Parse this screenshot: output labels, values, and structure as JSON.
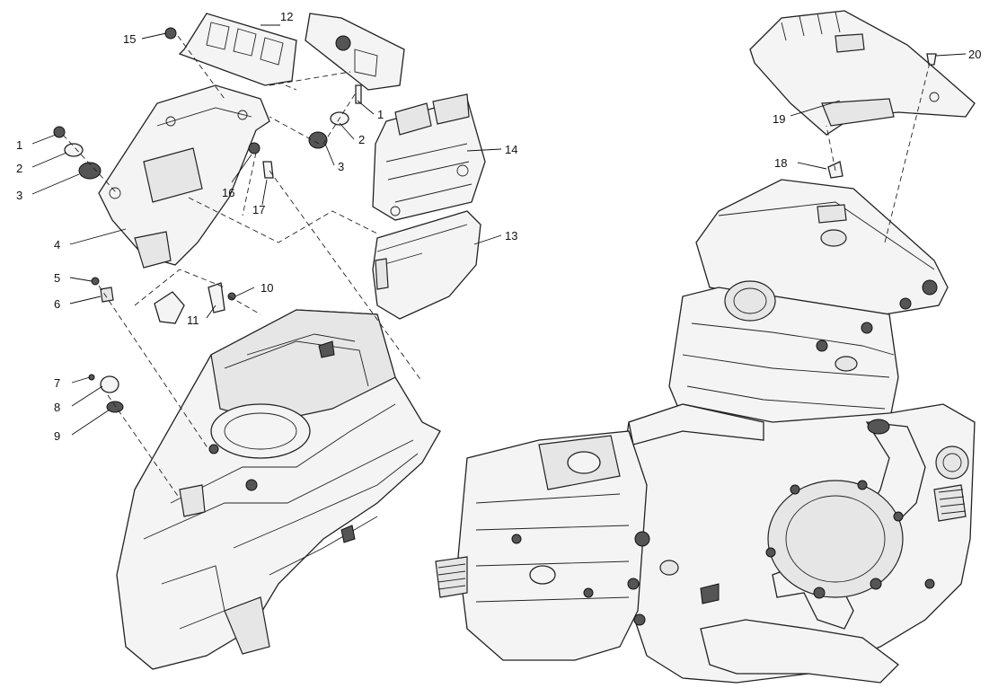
{
  "callouts": [
    {
      "id": "c1a",
      "text": "1"
    },
    {
      "id": "c2a",
      "text": "2"
    },
    {
      "id": "c3a",
      "text": "3"
    },
    {
      "id": "c4",
      "text": "4"
    },
    {
      "id": "c5",
      "text": "5"
    },
    {
      "id": "c6",
      "text": "6"
    },
    {
      "id": "c7",
      "text": "7"
    },
    {
      "id": "c8",
      "text": "8"
    },
    {
      "id": "c9",
      "text": "9"
    },
    {
      "id": "c10",
      "text": "10"
    },
    {
      "id": "c11",
      "text": "11"
    },
    {
      "id": "c12",
      "text": "12"
    },
    {
      "id": "c13",
      "text": "13"
    },
    {
      "id": "c14",
      "text": "14"
    },
    {
      "id": "c15",
      "text": "15"
    },
    {
      "id": "c16",
      "text": "16"
    },
    {
      "id": "c17",
      "text": "17"
    },
    {
      "id": "c1b",
      "text": "1"
    },
    {
      "id": "c2b",
      "text": "2"
    },
    {
      "id": "c3b",
      "text": "3"
    },
    {
      "id": "c18",
      "text": "18"
    },
    {
      "id": "c19",
      "text": "19"
    },
    {
      "id": "c20",
      "text": "20"
    }
  ]
}
